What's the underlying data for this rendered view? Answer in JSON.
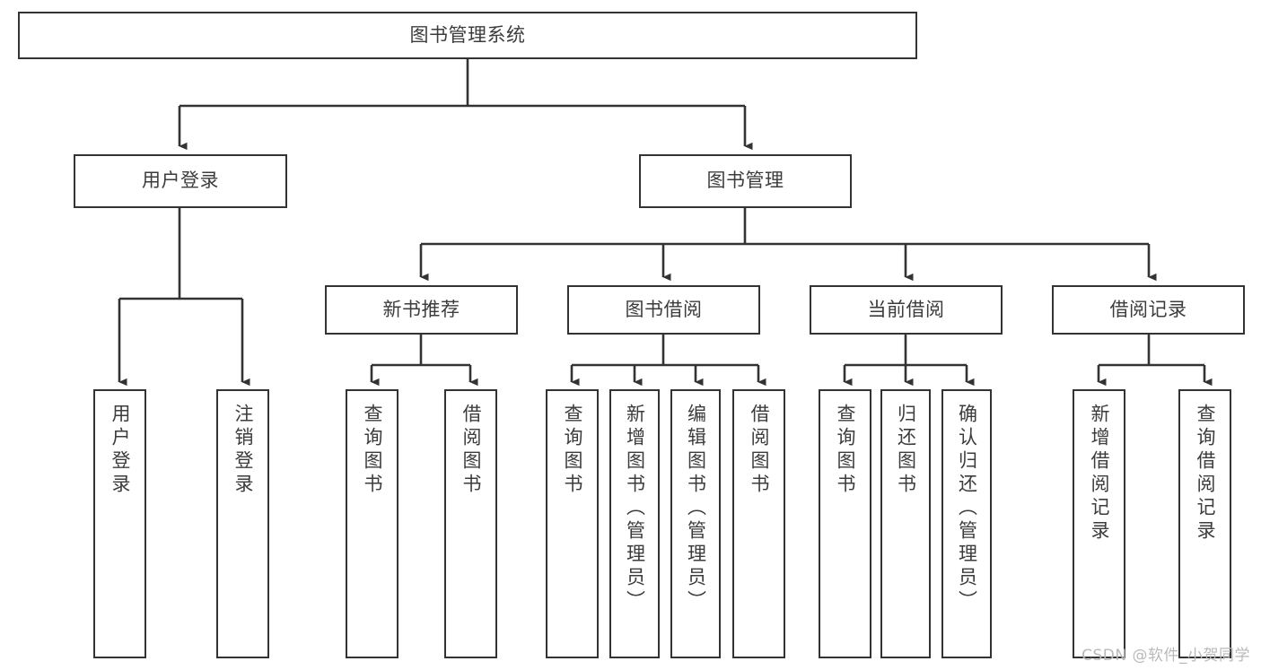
{
  "diagram": {
    "title": "图书管理系统",
    "type": "tree-hierarchy-chart",
    "root": {
      "label": "图书管理系统"
    },
    "level2": [
      {
        "label": "用户登录"
      },
      {
        "label": "图书管理"
      }
    ],
    "level3": [
      {
        "label": "新书推荐"
      },
      {
        "label": "图书借阅"
      },
      {
        "label": "当前借阅"
      },
      {
        "label": "借阅记录"
      }
    ],
    "leaves": {
      "user_login": [
        {
          "label": "用户登录"
        },
        {
          "label": "注销登录"
        }
      ],
      "new_book_recommend": [
        {
          "label": "查询图书"
        },
        {
          "label": "借阅图书"
        }
      ],
      "book_borrow": [
        {
          "label": "查询图书"
        },
        {
          "label": "新增图书（管理员）"
        },
        {
          "label": "编辑图书（管理员）"
        },
        {
          "label": "借阅图书"
        }
      ],
      "current_borrow": [
        {
          "label": "查询图书"
        },
        {
          "label": "归还图书"
        },
        {
          "label": "确认归还（管理员）"
        }
      ],
      "borrow_record": [
        {
          "label": "新增借阅记录"
        },
        {
          "label": "查询借阅记录"
        }
      ]
    }
  },
  "watermark": {
    "text": "CSDN @软件_小贺同学"
  },
  "colors": {
    "stroke": "#333333",
    "text": "#3c3c3c",
    "background": "#ffffff",
    "watermark": "#b9b9b9"
  }
}
